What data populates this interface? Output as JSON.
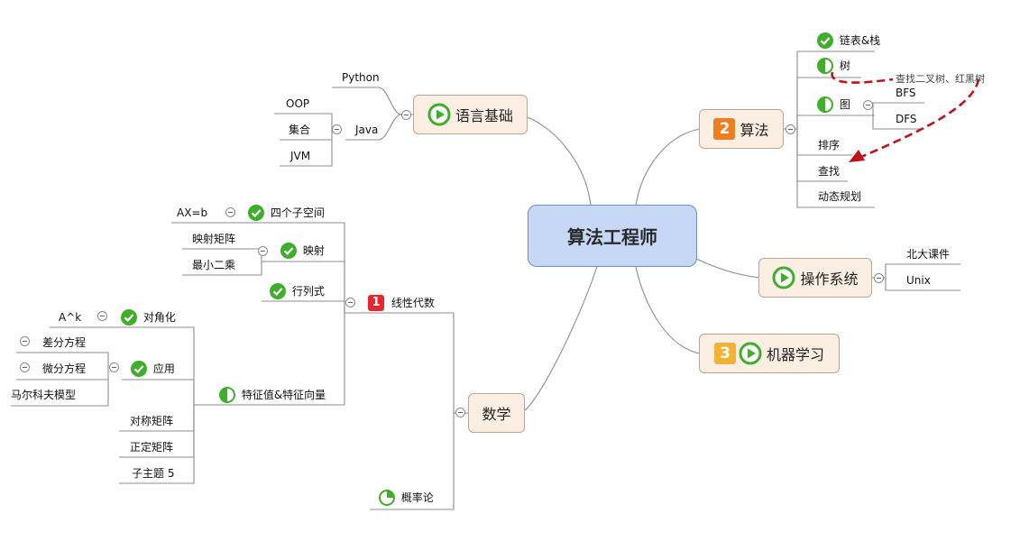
{
  "root": {
    "label": "算法工程师"
  },
  "branches": {
    "lang": {
      "label": "语言基础"
    },
    "math": {
      "label": "数学"
    },
    "algo": {
      "label": "算法",
      "priority": "2"
    },
    "os": {
      "label": "操作系统"
    },
    "ml": {
      "label": "机器学习",
      "priority": "3"
    }
  },
  "lang_items": {
    "python": "Python",
    "java": "Java",
    "oop": "OOP",
    "collections": "集合",
    "jvm": "JVM"
  },
  "math_items": {
    "linear": "线性代数",
    "linear_priority": "1",
    "four_subspaces": "四个子空间",
    "axb": "AX=b",
    "mapping": "映射",
    "mapping_matrix": "映射矩阵",
    "least_squares": "最小二乘",
    "determinant": "行列式",
    "eigen": "特征值&特征向量",
    "diagonalize": "对角化",
    "ak": "A^k",
    "application": "应用",
    "difference_eq": "差分方程",
    "differential_eq": "微分方程",
    "markov": "马尔科夫模型",
    "symmetric": "对称矩阵",
    "positive_definite": "正定矩阵",
    "subtopic5": "子主题 5",
    "probability": "概率论"
  },
  "algo_items": {
    "linked_stack": "链表&栈",
    "tree": "树",
    "graph": "图",
    "bfs": "BFS",
    "dfs": "DFS",
    "sort": "排序",
    "search": "查找",
    "dp": "动态规划",
    "note": "查找二叉树、红黑树"
  },
  "os_items": {
    "pku": "北大课件",
    "unix": "Unix"
  },
  "colors": {
    "root_fill": "#c6d8f6",
    "branch_fill": "#fbefe3",
    "check_green": "#3fae2a",
    "priority_red": "#e8262b",
    "priority_orange": "#ef7d22",
    "priority_yellow": "#f2b233",
    "note_arrow": "#c0121b"
  },
  "icons": [
    "check-icon",
    "half-progress-icon",
    "quarter-progress-icon",
    "play-icon",
    "collapse-icon"
  ]
}
